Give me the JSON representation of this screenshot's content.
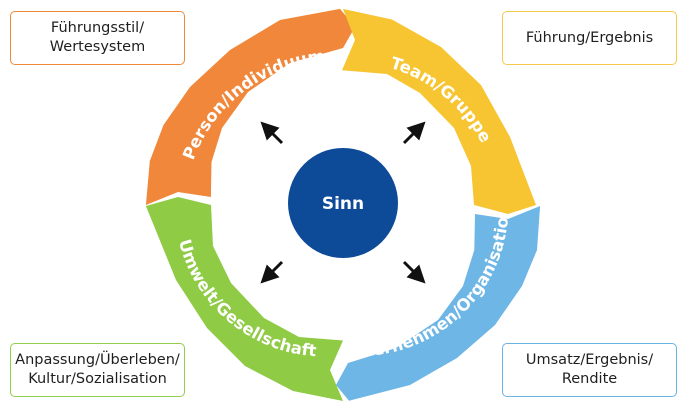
{
  "center": {
    "label": "Sinn",
    "color": "#0d4a97"
  },
  "segments": [
    {
      "id": "person",
      "label": "Person/Individuum",
      "color": "#f0873a"
    },
    {
      "id": "team",
      "label": "Team/Gruppe",
      "color": "#f7c531"
    },
    {
      "id": "organisation",
      "label": "Unternehmen/Organisation",
      "color": "#6db6e6"
    },
    {
      "id": "umwelt",
      "label": "Umwelt/Gesellschaft",
      "color": "#8fcb45"
    }
  ],
  "boxes": {
    "top_left": {
      "line1": "Führungsstil/",
      "line2": "Wertesystem"
    },
    "top_right": {
      "line1": "Führung/Ergebnis",
      "line2": ""
    },
    "bottom_left": {
      "line1": "Anpassung/Überleben/",
      "line2": "Kultur/Sozialisation"
    },
    "bottom_right": {
      "line1": "Umsatz/Ergebnis/",
      "line2": "Rendite"
    }
  },
  "arrow_color": "#111111"
}
